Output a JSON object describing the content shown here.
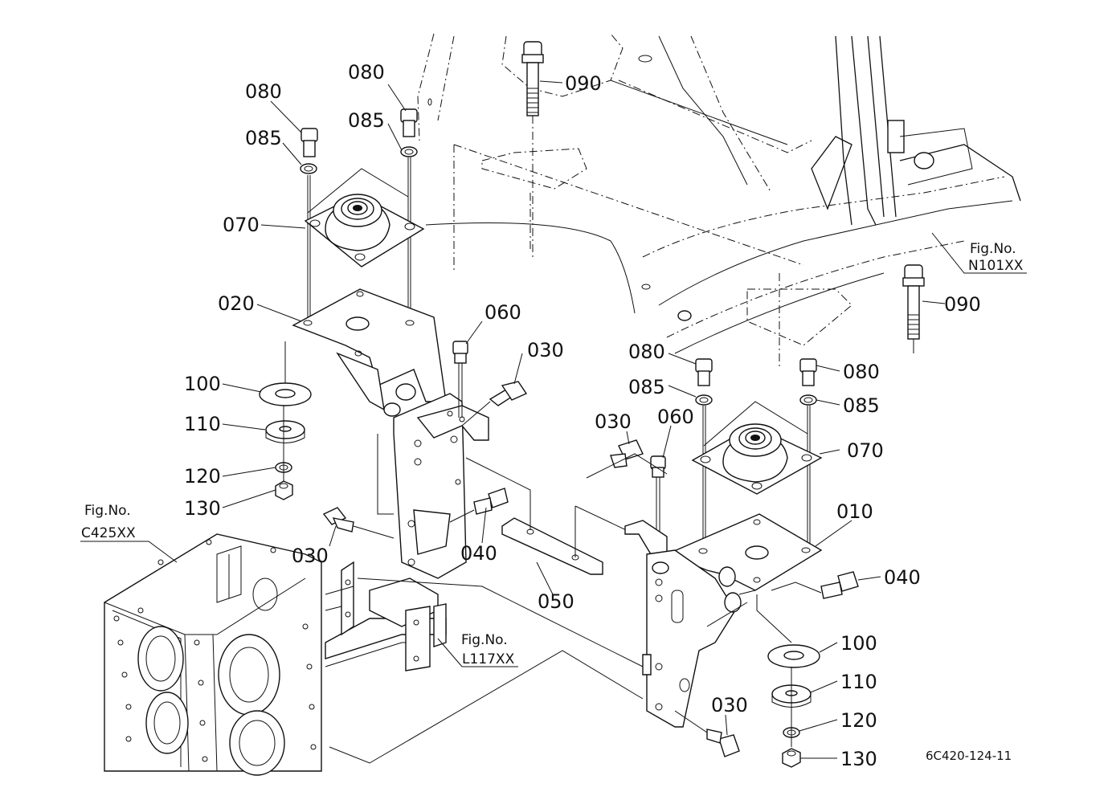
{
  "diagram": {
    "drawing_code": "6C420-124-11",
    "part_labels": [
      {
        "id": "label-080-a",
        "text": "080"
      },
      {
        "id": "label-085-a",
        "text": "085"
      },
      {
        "id": "label-080-b",
        "text": "080"
      },
      {
        "id": "label-085-b",
        "text": "085"
      },
      {
        "id": "label-090-a",
        "text": "090"
      },
      {
        "id": "label-070-a",
        "text": "070"
      },
      {
        "id": "label-020",
        "text": "020"
      },
      {
        "id": "label-060-a",
        "text": "060"
      },
      {
        "id": "label-030-a",
        "text": "030"
      },
      {
        "id": "label-100-a",
        "text": "100"
      },
      {
        "id": "label-110-a",
        "text": "110"
      },
      {
        "id": "label-120-a",
        "text": "120"
      },
      {
        "id": "label-130-a",
        "text": "130"
      },
      {
        "id": "label-030-b",
        "text": "030"
      },
      {
        "id": "label-040-a",
        "text": "040"
      },
      {
        "id": "label-050",
        "text": "050"
      },
      {
        "id": "label-090-b",
        "text": "090"
      },
      {
        "id": "label-080-c",
        "text": "080"
      },
      {
        "id": "label-085-c",
        "text": "085"
      },
      {
        "id": "label-080-d",
        "text": "080"
      },
      {
        "id": "label-085-d",
        "text": "085"
      },
      {
        "id": "label-030-c",
        "text": "030"
      },
      {
        "id": "label-060-b",
        "text": "060"
      },
      {
        "id": "label-070-b",
        "text": "070"
      },
      {
        "id": "label-010",
        "text": "010"
      },
      {
        "id": "label-040-b",
        "text": "040"
      },
      {
        "id": "label-100-b",
        "text": "100"
      },
      {
        "id": "label-110-b",
        "text": "110"
      },
      {
        "id": "label-120-b",
        "text": "120"
      },
      {
        "id": "label-130-b",
        "text": "130"
      },
      {
        "id": "label-030-d",
        "text": "030"
      }
    ],
    "figure_refs": [
      {
        "id": "fig-ref-n101xx",
        "title": "Fig.No.",
        "code": "N101XX"
      },
      {
        "id": "fig-ref-c425xx",
        "title": "Fig.No.",
        "code": "C425XX"
      },
      {
        "id": "fig-ref-l117xx",
        "title": "Fig.No.",
        "code": "L117XX"
      }
    ]
  }
}
